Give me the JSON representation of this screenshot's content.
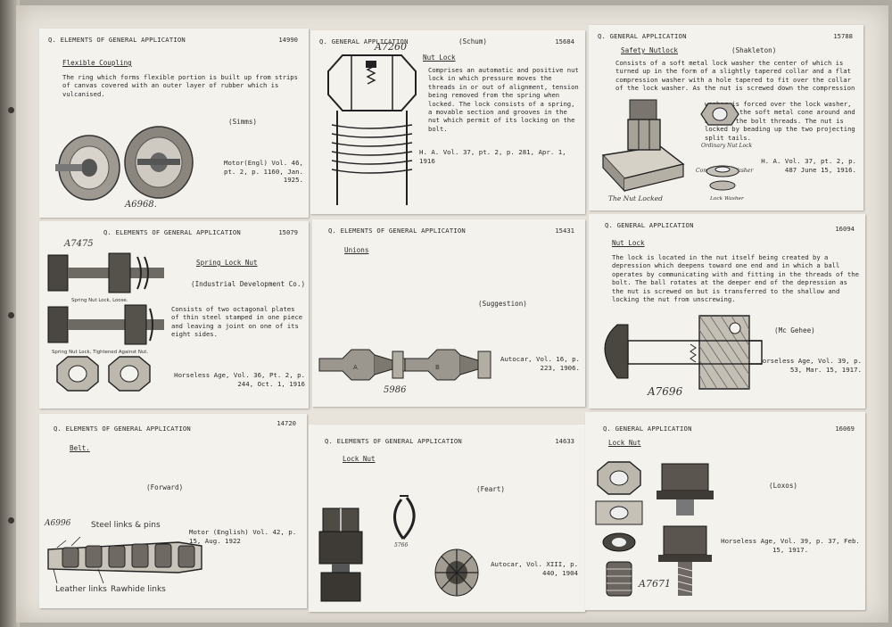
{
  "cards": [
    {
      "header": "Q. ELEMENTS OF GENERAL APPLICATION",
      "number": "14990",
      "title": "Flexible Coupling",
      "text": "The ring which forms flexible portion is built up from strips of canvas covered with an outer layer of rubber which is vulcanised.",
      "source": "(Simms)",
      "citation": "Motor(Engl) Vol. 46, pt. 2, p. 1160, Jan. 1925.",
      "handwritten": "A6968."
    },
    {
      "header": "Q. GENERAL APPLICATION",
      "number": "15684",
      "title": "Nut Lock",
      "source": "(Schum)",
      "text": "Comprises an automatic and positive nut lock in which pressure moves the threads in or out of alignment, tension being removed from the spring when locked. The lock consists of a spring, a movable section and grooves in the nut which permit of its locking on the bolt.",
      "citation": "H. A. Vol. 37, pt. 2, p. 281, Apr. 1, 1916",
      "handwritten": "A7260"
    },
    {
      "header": "Q. GENERAL APPLICATION",
      "number": "15788",
      "title": "Safety Nutlock",
      "source": "(Shakleton)",
      "text_top": "Consists of a soft metal lock washer the center of which is turned up in the form of a slightly tapered collar and a flat compression washer with a hole tapered to fit over the collar of the lock washer. As the nut is screwed down the compression",
      "text_bottom": "washer is forced over the lock washer, pressing the soft metal cone around and between the bolt threads. The nut is locked by beading up the two projecting split tails.",
      "citation": "H. A. Vol. 37, pt. 2, p. 487 June 15, 1916.",
      "caption_1": "Ordinary Nut Lock",
      "caption_2": "Compression Washer",
      "caption_3": "The Nut Locked",
      "caption_4": "Lock Washer"
    },
    {
      "header": "Q. ELEMENTS OF GENERAL APPLICATION",
      "number": "15079",
      "title": "Spring Lock Nut",
      "source": "(Industrial Development Co.)",
      "text": "Consists of two octagonal plates of thin steel stamped in one piece and leaving a joint on one of its eight sides.",
      "citation": "Horseless Age, Vol. 36, Pt. 2, p. 244, Oct. 1, 1916",
      "caption_1": "Spring Nut Lock, Loose.",
      "caption_2": "Spring Nut Lock, Tightened Against Nut.",
      "handwritten": "A7475"
    },
    {
      "header": "Q. ELEMENTS OF GENERAL APPLICATION",
      "number": "15431",
      "title": "Unions",
      "source": "(Suggestion)",
      "citation": "Autocar, Vol. 16, p. 223, 1906.",
      "label_a": "A",
      "label_b": "B",
      "handwritten": "5986"
    },
    {
      "header": "Q. GENERAL APPLICATION",
      "number": "16094",
      "title": "Nut Lock",
      "text": "The lock is located in the nut itself being created by a depression which deepens toward one end and in which a ball operates by communicating with and fitting in the threads of the bolt. The ball rotates at the deeper end of the depression as the nut is screwed on but is transferred to the shallow and locking the nut from unscrewing.",
      "source": "(Mc Gehee)",
      "citation": "Horseless Age, Vol. 39, p. 53, Mar. 15, 1917.",
      "handwritten": "A7696"
    },
    {
      "header": "Q. ELEMENTS OF GENERAL APPLICATION",
      "number": "14720",
      "title": "Belt.",
      "source": "(Forward)",
      "citation": "Motor (English) Vol. 42, p. 15, Aug. 1922",
      "caption_1": "Steel links & pins",
      "caption_2": "Leather links",
      "caption_3": "Rawhide links",
      "handwritten": "A6996"
    },
    {
      "header": "Q. ELEMENTS OF GENERAL APPLICATION",
      "number": "14633",
      "title": "Lock Nut",
      "source": "(Feart)",
      "citation": "Autocar, Vol. XIII, p. 440, 1904",
      "handwritten": "5766"
    },
    {
      "header": "Q. GENERAL APPLICATION",
      "number": "16069",
      "title": "Lock Nut",
      "source": "(Loxos)",
      "citation": "Horseless Age, Vol. 39, p. 37, Feb. 15, 1917.",
      "handwritten": "A7671"
    }
  ]
}
